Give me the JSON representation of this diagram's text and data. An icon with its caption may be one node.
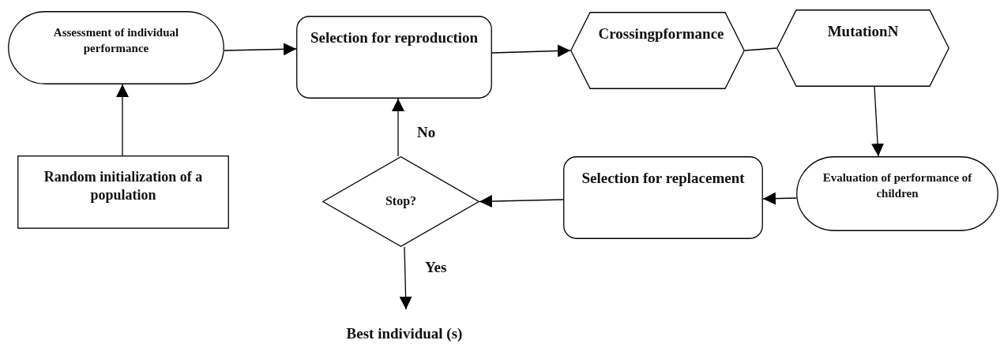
{
  "diagram": {
    "nodes": [
      {
        "text": [
          "Assessment of individual performance"
        ]
      },
      {
        "text": [
          "Selection for reproduction"
        ]
      },
      {
        "text": [
          "Crossingpformance"
        ]
      },
      {
        "text": [
          "MutationN"
        ]
      },
      {
        "text": [
          "Evaluation of performance of children"
        ]
      },
      {
        "text": [
          "Selection for replacement"
        ]
      },
      {
        "text": [
          "Stop?"
        ]
      },
      {
        "text": [
          "Random initialization of a population"
        ]
      },
      {
        "text": [
          "Best individual (s)"
        ]
      }
    ],
    "edges": [
      {
        "from": 7,
        "to": 0,
        "arrow": "to"
      },
      {
        "from": 0,
        "to": 1,
        "arrow": "to"
      },
      {
        "from": 1,
        "to": 2,
        "arrow": "to"
      },
      {
        "from": 2,
        "to": 3,
        "arrow": "none"
      },
      {
        "from": 3,
        "to": 4,
        "arrow": "to"
      },
      {
        "from": 4,
        "to": 5,
        "arrow": "to"
      },
      {
        "from": 5,
        "to": 6,
        "arrow": "to"
      },
      {
        "from": 6,
        "to": 1,
        "arrow": "to",
        "label": "No"
      },
      {
        "from": 6,
        "to": 8,
        "arrow": "to",
        "label": "Yes"
      }
    ]
  }
}
